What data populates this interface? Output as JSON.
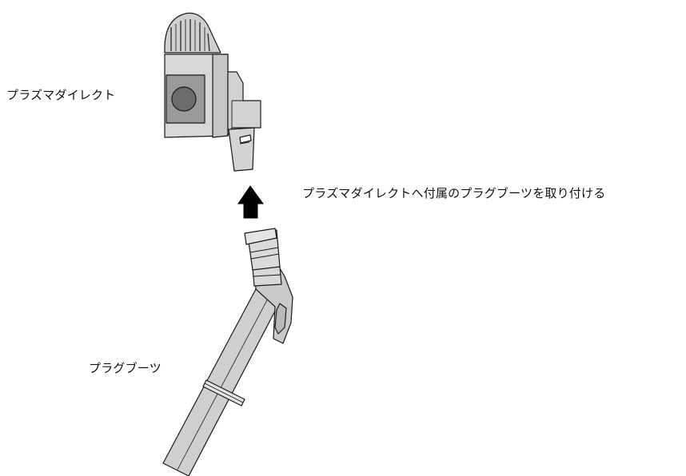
{
  "labels": {
    "device": "プラズマダイレクト",
    "instruction": "プラズマダイレクトへ付属のプラグブーツを取り付ける",
    "boot": "プラグブーツ"
  },
  "colors": {
    "body_light": "#d6d6d6",
    "body_mid": "#c4c4c4",
    "panel": "#9a9a9a",
    "button": "#6b6b6b",
    "outline": "#1a1a1a",
    "arrow": "#000000"
  }
}
